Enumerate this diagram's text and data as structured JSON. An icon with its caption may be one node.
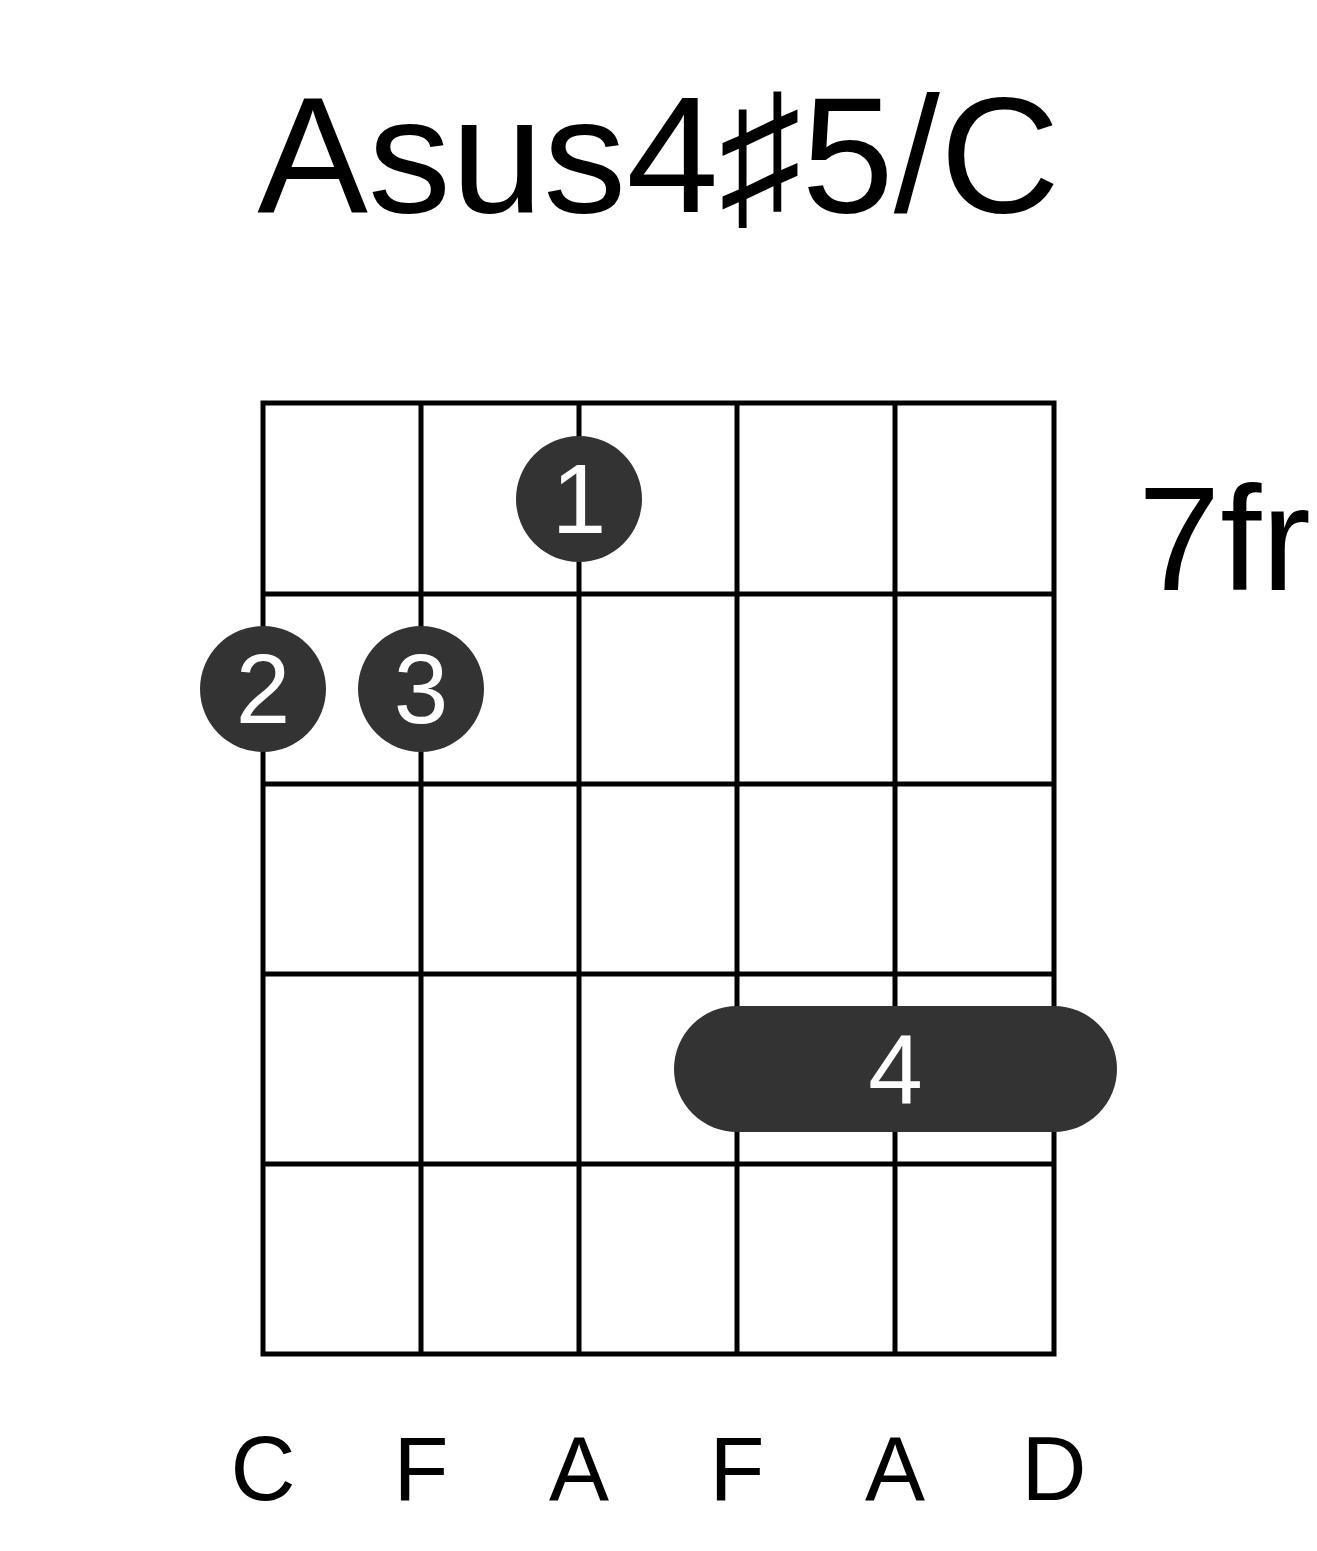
{
  "diagram": {
    "title": "Asus4♯5/C",
    "nodes": [
      {
        "text": [
          "1"
        ]
      },
      {
        "text": [
          "2"
        ]
      },
      {
        "text": [
          "3"
        ]
      },
      {
        "text": [
          "4"
        ]
      }
    ],
    "labels": [
      "7fr",
      "C",
      "F",
      "A",
      "F",
      "A",
      "D"
    ]
  }
}
